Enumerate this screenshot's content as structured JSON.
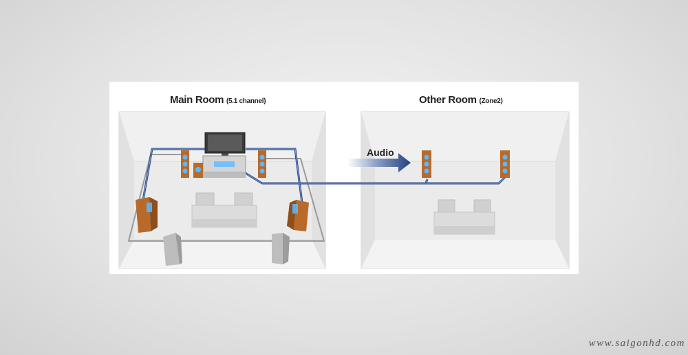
{
  "main_room": {
    "title": "Main Room",
    "subtitle": "(5.1 channel)"
  },
  "other_room": {
    "title": "Other Room",
    "subtitle": "(Zone2)"
  },
  "arrow": {
    "label": "Audio"
  },
  "watermark": "www.saigonhd.com",
  "colors": {
    "cable": "#2e4a86",
    "cable_highlight": "#7fa3d8",
    "speaker_wood": "#b86a2a",
    "speaker_blue": "#5cb8ff",
    "arrow": "#24407e",
    "room_wall": "#e6e6e6",
    "sofa": "#d8d8d8"
  },
  "icons": [
    "tv-icon",
    "av-receiver-icon",
    "front-left-speaker-icon",
    "front-right-speaker-icon",
    "center-speaker-icon",
    "surround-left-speaker-icon",
    "surround-right-speaker-icon",
    "subwoofer-icon",
    "sofa-icon",
    "zone2-left-speaker-icon",
    "zone2-right-speaker-icon",
    "arrow-icon"
  ]
}
